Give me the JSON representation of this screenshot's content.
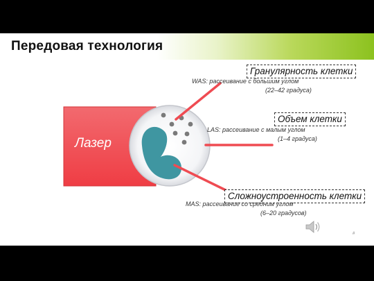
{
  "slide": {
    "title": "Передовая технология",
    "laser_label": "Лазер",
    "boxes": {
      "granularity": "Гранулярность клетки",
      "volume": "Объем клетки",
      "complexity": "Сложноустроенность клетки"
    },
    "scatter": {
      "was": "WAS: рассеивание с большим углом",
      "was_deg": "(22–42 градуса)",
      "las": "LAS: рассеивание с малым углом",
      "las_deg": "(1–4 градуса)",
      "mas": "MAS: рассеивание со средним углом",
      "mas_deg": "(6–20 градусов)"
    },
    "page_number": "#"
  },
  "colors": {
    "laser": "#f0454b",
    "laser_dark": "#c9242a",
    "nucleus": "#3f96a1",
    "granule": "#7a7a7a",
    "title_gradient_end": "#8cc21f"
  },
  "icons": {
    "sound": "speaker-icon"
  }
}
